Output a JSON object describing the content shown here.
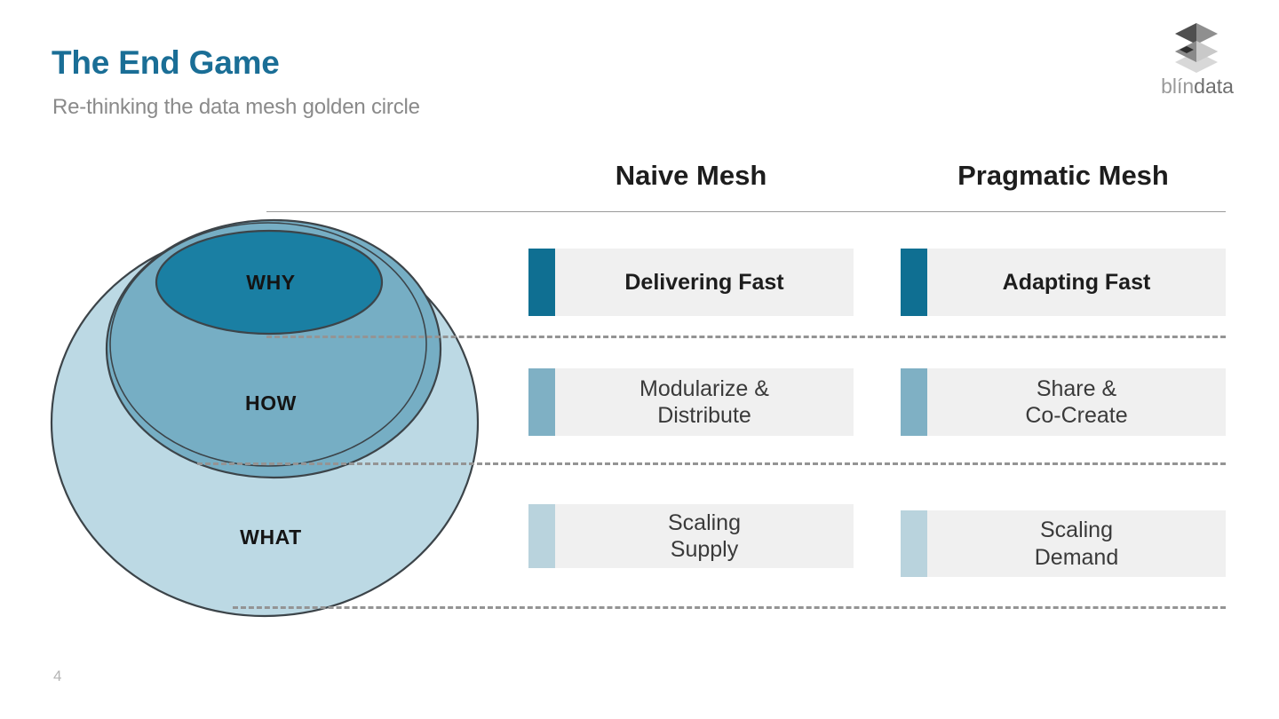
{
  "slide": {
    "title": "The End Game",
    "subtitle": "Re-thinking the data mesh golden circle",
    "page_number": "4"
  },
  "logo": {
    "name": "blindata",
    "text_light": "blín",
    "text_dark": "data",
    "icon": "stacked-layers-icon",
    "colors": {
      "light": "#9a9a9a",
      "dark": "#6e6e6e"
    }
  },
  "columns": {
    "left_header": "Naive Mesh",
    "right_header": "Pragmatic Mesh"
  },
  "golden_circle": {
    "rings": [
      {
        "key": "why",
        "label": "WHY",
        "fill": "#1a7fa3"
      },
      {
        "key": "how",
        "label": "HOW",
        "fill": "#76aec4"
      },
      {
        "key": "what",
        "label": "WHAT",
        "fill": "#bcd9e4"
      }
    ],
    "stroke": "#3c4449"
  },
  "rows": [
    {
      "key": "why",
      "accent": "#0f6f92",
      "bold": true,
      "naive": "Delivering Fast",
      "pragmatic": "Adapting Fast"
    },
    {
      "key": "how",
      "accent": "#7fb0c4",
      "bold": false,
      "naive_line1": "Modularize &",
      "naive_line2": "Distribute",
      "pragmatic_line1": "Share &",
      "pragmatic_line2": "Co-Create"
    },
    {
      "key": "what",
      "accent": "#b9d3dd",
      "bold": false,
      "naive_line1": "Scaling",
      "naive_line2": "Supply",
      "pragmatic_line1": "Scaling",
      "pragmatic_line2": "Demand"
    }
  ],
  "theme": {
    "title_color": "#1a6e96",
    "subtitle_color": "#8a8a8a",
    "row_bg": "#f0f0f0",
    "rule_color": "#9a9a9a",
    "dash_color": "#949494"
  }
}
